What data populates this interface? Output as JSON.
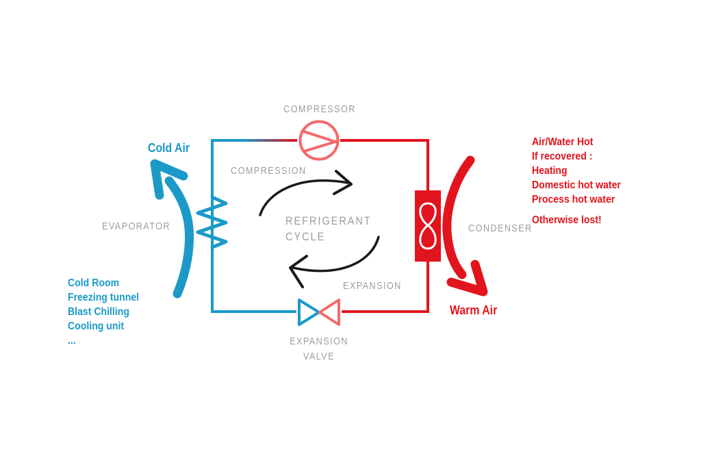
{
  "colors": {
    "blue": "#1B9AC8",
    "red": "#E2141D",
    "salmon": "#F4696B",
    "gray": "#9D9D9F",
    "black": "#1A1A1A",
    "white": "#FFFFFF"
  },
  "labels": {
    "compressor": "COMPRESSOR",
    "compression": "COMPRESSION",
    "evaporator": "EVAPORATOR",
    "condenser": "CONDENSER",
    "expansion": "EXPANSION",
    "expansion_valve_line1": "EXPANSION",
    "expansion_valve_line2": "VALVE",
    "cycle_line1": "REFRIGERANT",
    "cycle_line2": "CYCLE"
  },
  "flows": {
    "cold_air": "Cold Air",
    "warm_air": "Warm Air"
  },
  "cold_applications": {
    "items": [
      "Cold Room",
      "Freezing tunnel",
      "Blast Chilling",
      "Cooling unit",
      "..."
    ]
  },
  "heat_recovery": {
    "lines": [
      "Air/Water Hot",
      "If recovered :",
      "Heating",
      "Domestic hot water",
      "Process hot water"
    ],
    "footer": "Otherwise lost!"
  }
}
